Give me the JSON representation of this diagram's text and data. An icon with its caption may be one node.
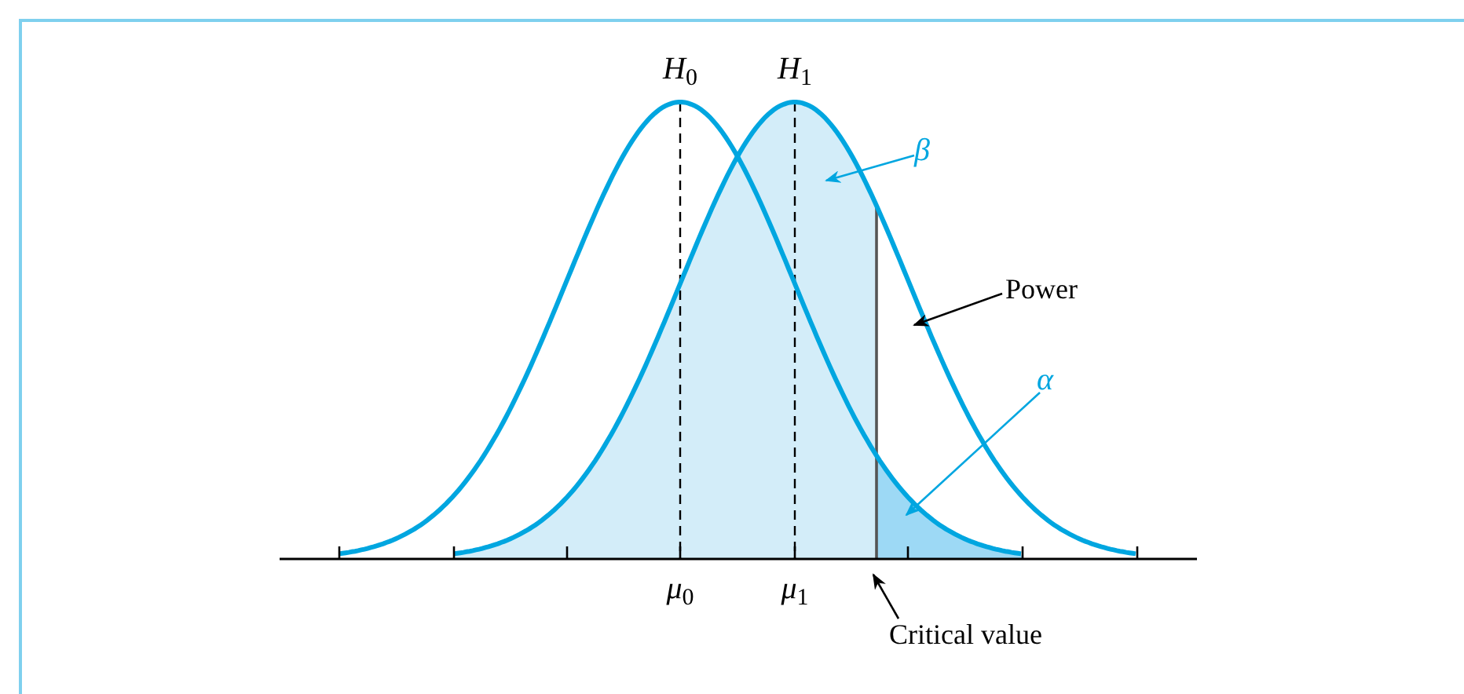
{
  "diagram": {
    "nodes": [
      {
        "text": [
          "β"
        ]
      },
      {
        "text": [
          "Power"
        ]
      },
      {
        "text": [
          "α"
        ]
      },
      {
        "text": [
          "Critical value"
        ]
      }
    ],
    "edges": [
      {
        "from": 0,
        "to": null,
        "arrow": "to",
        "color": "#00a6e0"
      },
      {
        "from": 1,
        "to": null,
        "arrow": "to",
        "color": "#000000"
      },
      {
        "from": 2,
        "to": null,
        "arrow": "to",
        "color": "#00a6e0"
      },
      {
        "from": 3,
        "to": null,
        "arrow": "to",
        "color": "#000000"
      }
    ],
    "labels": [
      "*H*$_{0}$",
      "*H*$_{1}$",
      "*μ*$_{0}$",
      "*μ*$_{1}$"
    ]
  }
}
